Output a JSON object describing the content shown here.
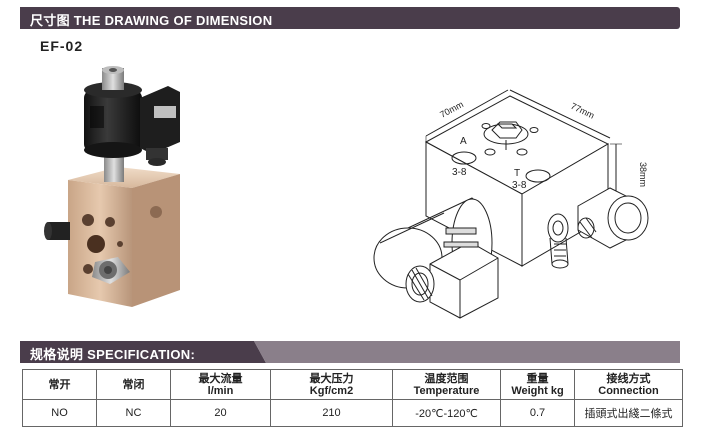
{
  "header": {
    "title": "尺寸图 THE DRAWING OF DIMENSION"
  },
  "model": "EF-02",
  "drawing": {
    "dim_width": "70mm",
    "dim_depth": "77mm",
    "dim_height": "38mm",
    "port_a": "A",
    "port_a_size": "3-8",
    "port_t": "T",
    "port_t_size": "3-8"
  },
  "spec": {
    "title": "规格说明 SPECIFICATION:",
    "columns": [
      {
        "zh": "常开",
        "en": ""
      },
      {
        "zh": "常闭",
        "en": ""
      },
      {
        "zh": "最大流量",
        "en": "l/min"
      },
      {
        "zh": "最大压力",
        "en": "Kgf/cm2"
      },
      {
        "zh": "温度范围",
        "en": "Temperature"
      },
      {
        "zh": "重量",
        "en": "Weight kg"
      },
      {
        "zh": "接线方式",
        "en": "Connection"
      }
    ],
    "row": [
      "NO",
      "NC",
      "20",
      "210",
      "-20℃-120℃",
      "0.7",
      "插頭式出綫二條式"
    ]
  },
  "colors": {
    "banner": "#4a3d4b",
    "banner_light": "#8a7f8a",
    "body_gold": "#d9b79a",
    "solenoid": "#1c1c1c"
  }
}
